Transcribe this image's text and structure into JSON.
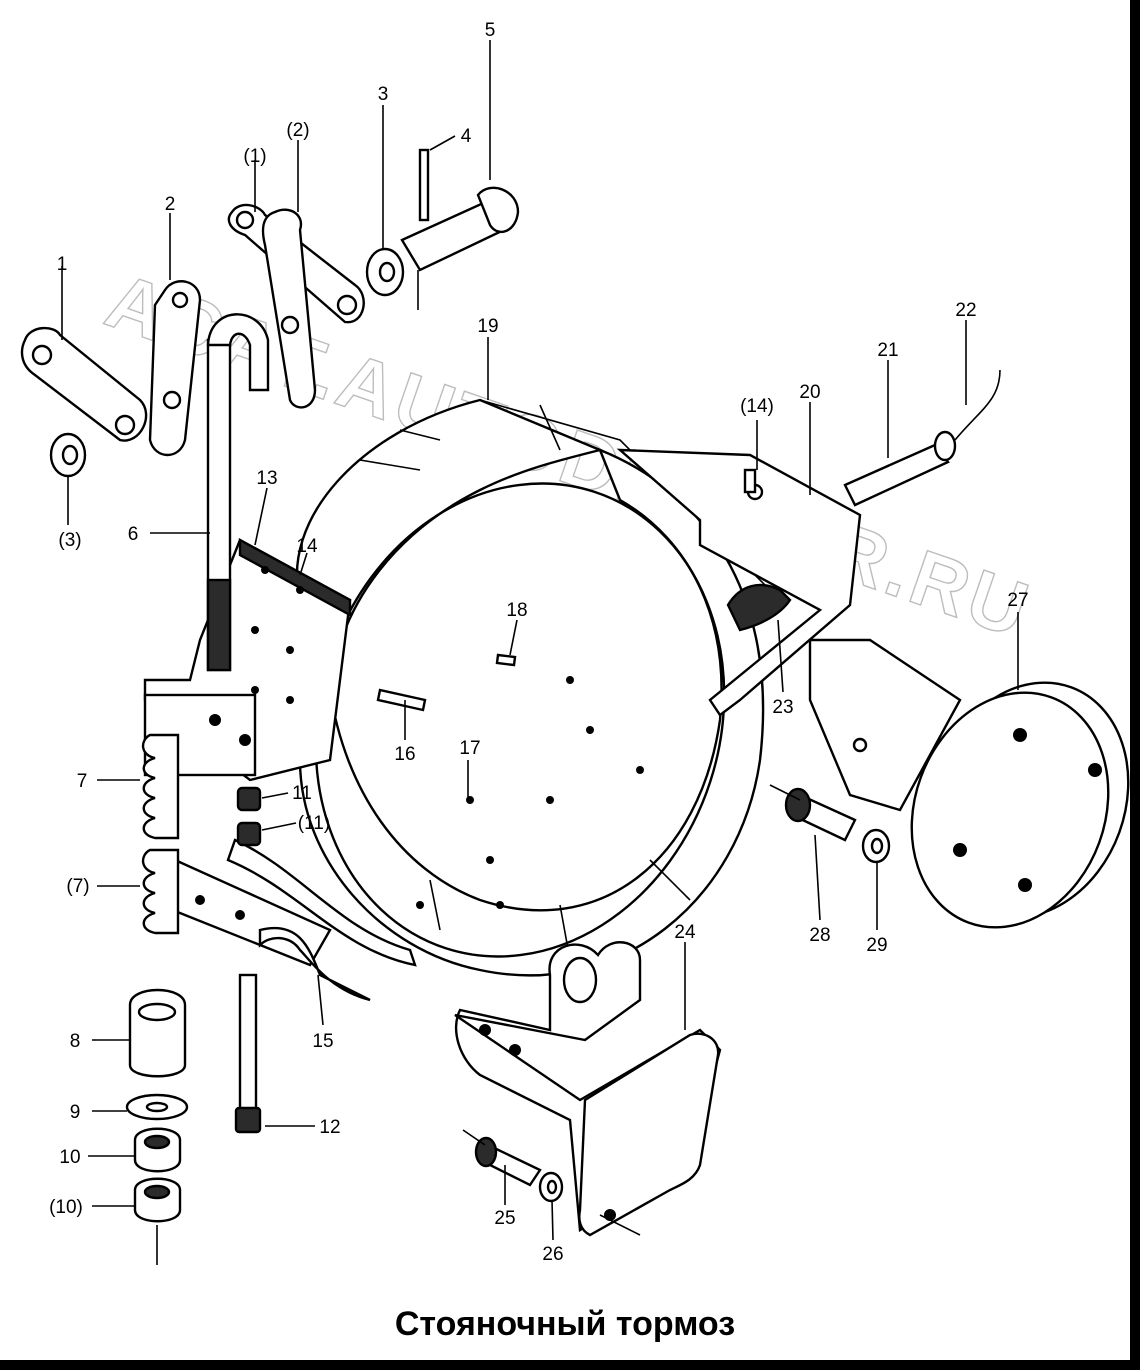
{
  "caption": "Стояночный тормоз",
  "watermark": "ACAT.AUTODEALER.RU",
  "callouts": {
    "c1": "1",
    "c2": "2",
    "c3": "3",
    "c4": "4",
    "c5": "5",
    "c1p": "(1)",
    "c2p": "(2)",
    "c3p": "(3)",
    "c6": "6",
    "c7": "7",
    "c7p": "(7)",
    "c8": "8",
    "c9": "9",
    "c10": "10",
    "c10p": "(10)",
    "c11": "11",
    "c11p": "(11)",
    "c12": "12",
    "c13": "13",
    "c14": "14",
    "c14p": "(14)",
    "c15": "15",
    "c16": "16",
    "c17": "17",
    "c18": "18",
    "c19": "19",
    "c20": "20",
    "c21": "21",
    "c22": "22",
    "c23": "23",
    "c24": "24",
    "c25": "25",
    "c26": "26",
    "c27": "27",
    "c28": "28",
    "c29": "29"
  }
}
